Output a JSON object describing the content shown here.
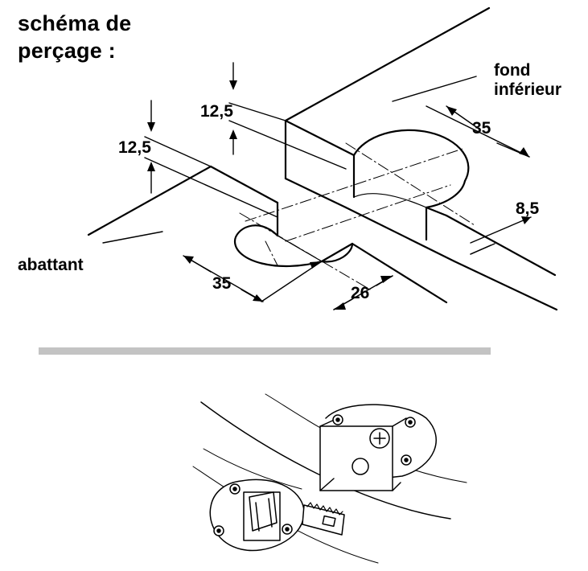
{
  "title": {
    "line1": "schéma de",
    "line2": "perçage :"
  },
  "labels": {
    "bottom_panel": [
      "fond",
      "inférieur"
    ],
    "flap": "abattant",
    "dim_flap_depth": "12,5",
    "dim_bottom_depth": "12,5",
    "dim_flap_diameter": "35",
    "dim_bottom_diameter": "35",
    "dim_flap_distance": "26",
    "dim_bottom_distance": "8,5"
  }
}
